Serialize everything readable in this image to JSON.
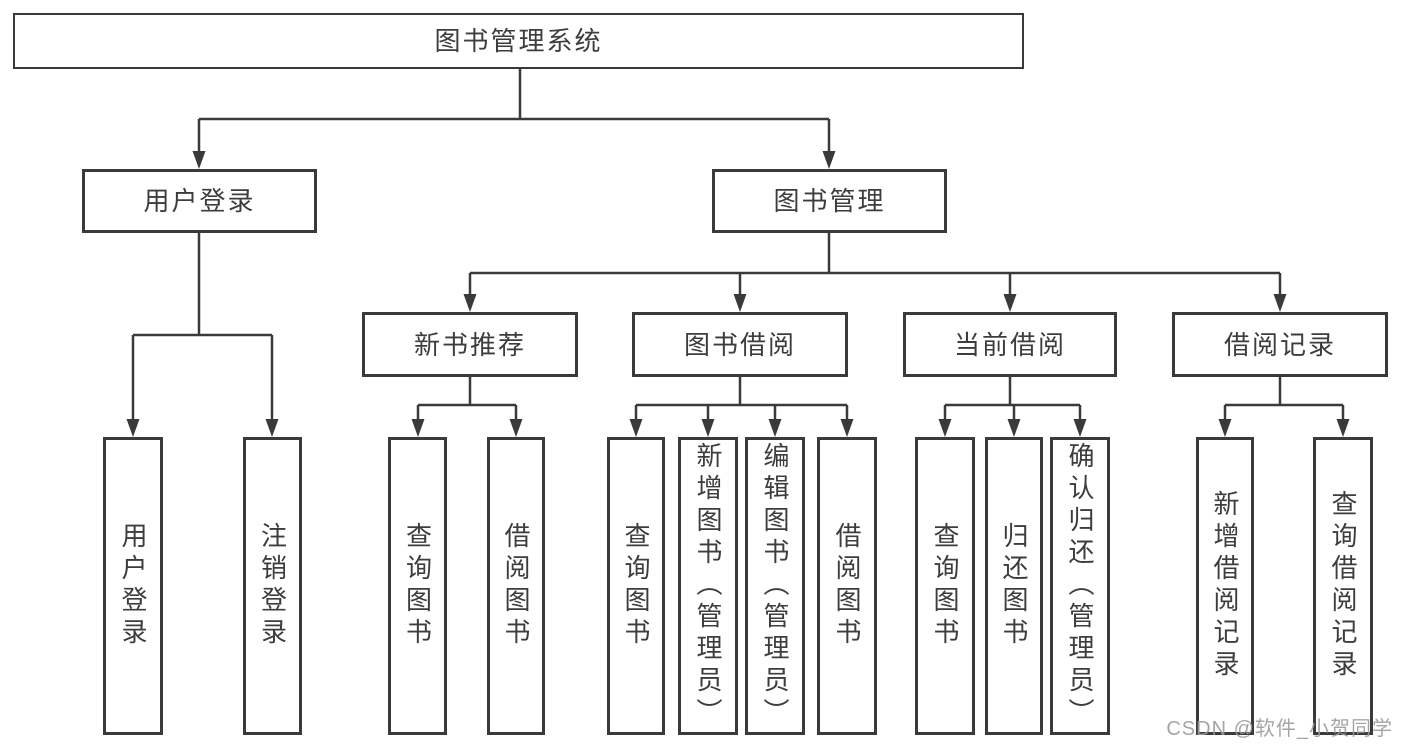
{
  "diagram": {
    "root": {
      "label": "图书管理系统"
    },
    "branches": [
      {
        "label": "用户登录",
        "children": [
          {
            "label": "用户登录"
          },
          {
            "label": "注销登录"
          }
        ]
      },
      {
        "label": "图书管理",
        "children": [
          {
            "label": "新书推荐",
            "children": [
              {
                "label": "查询图书"
              },
              {
                "label": "借阅图书"
              }
            ]
          },
          {
            "label": "图书借阅",
            "children": [
              {
                "label": "查询图书"
              },
              {
                "label": "新增图书（管理员）"
              },
              {
                "label": "编辑图书（管理员）"
              },
              {
                "label": "借阅图书"
              }
            ]
          },
          {
            "label": "当前借阅",
            "children": [
              {
                "label": "查询图书"
              },
              {
                "label": "归还图书"
              },
              {
                "label": "确认归还（管理员）"
              }
            ]
          },
          {
            "label": "借阅记录",
            "children": [
              {
                "label": "新增借阅记录"
              },
              {
                "label": "查询借阅记录"
              }
            ]
          }
        ]
      }
    ]
  },
  "watermark": {
    "text": "CSDN @软件_小贺同学"
  },
  "colors": {
    "line": "#3a3a3a",
    "box_border": "#3a3a3a",
    "text": "#3d3d3d",
    "background": "#ffffff",
    "watermark": "#9c9c9c"
  }
}
